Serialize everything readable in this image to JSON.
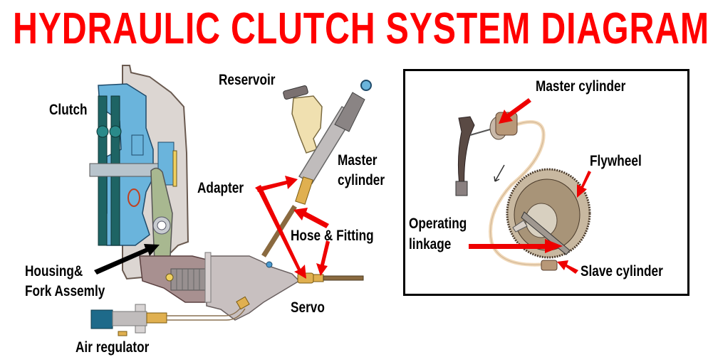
{
  "title": "HYDRAULIC CLUTCH SYSTEM DIAGRAM",
  "colors": {
    "title": "#ff0000",
    "arrow_red": "#ee0000",
    "clutch_blue": "#6ab4dc",
    "clutch_dark": "#1e5a5a",
    "housing_grey": "#dcd6d2",
    "fork_green": "#a8b890",
    "servo_grey": "#c8c0c0",
    "brass": "#e0b050",
    "hose_brown": "#8a6a40",
    "reservoir_cream": "#f0e0b0",
    "line_tan": "#f0d8b8"
  },
  "left_diagram": {
    "labels": {
      "clutch": "Clutch",
      "reservoir": "Reservoir",
      "master_cylinder_line1": "Master",
      "master_cylinder_line2": "cylinder",
      "adapter": "Adapter",
      "hose_fitting": "Hose & Fitting",
      "housing_line1": "Housing&",
      "housing_line2": "Fork Assemly",
      "servo": "Servo",
      "air_regulator": "Air regulator"
    }
  },
  "right_diagram": {
    "labels": {
      "master_cylinder": "Master cylinder",
      "flywheel": "Flywheel",
      "operating_line1": "Operating",
      "operating_line2": "linkage",
      "slave_cylinder": "Slave cylinder"
    }
  }
}
